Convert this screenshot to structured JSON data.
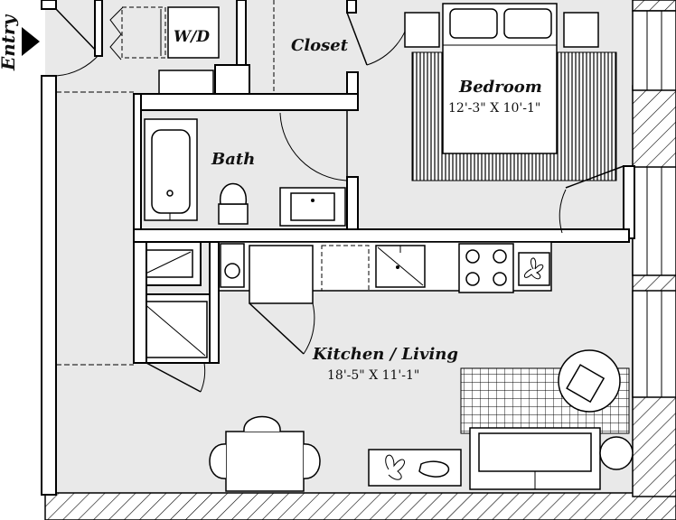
{
  "rooms": {
    "entry": {
      "label": "Entry"
    },
    "wd": {
      "label": "W/D"
    },
    "closet": {
      "label": "Closet"
    },
    "bedroom": {
      "label": "Bedroom",
      "dims": "12'-3\" X 10'-1\""
    },
    "bath": {
      "label": "Bath"
    },
    "kitchen": {
      "label": "Kitchen / Living",
      "dims": "18'-5\" X 11'-1\""
    }
  },
  "colors": {
    "floor": "#e9e9e9",
    "wall": "#ffffff",
    "line": "#000000",
    "hatch": "#000000"
  },
  "icons": [
    "entry-arrow-icon",
    "plant-icon",
    "stove-burner-icon",
    "sink-icon",
    "chair-icon"
  ]
}
